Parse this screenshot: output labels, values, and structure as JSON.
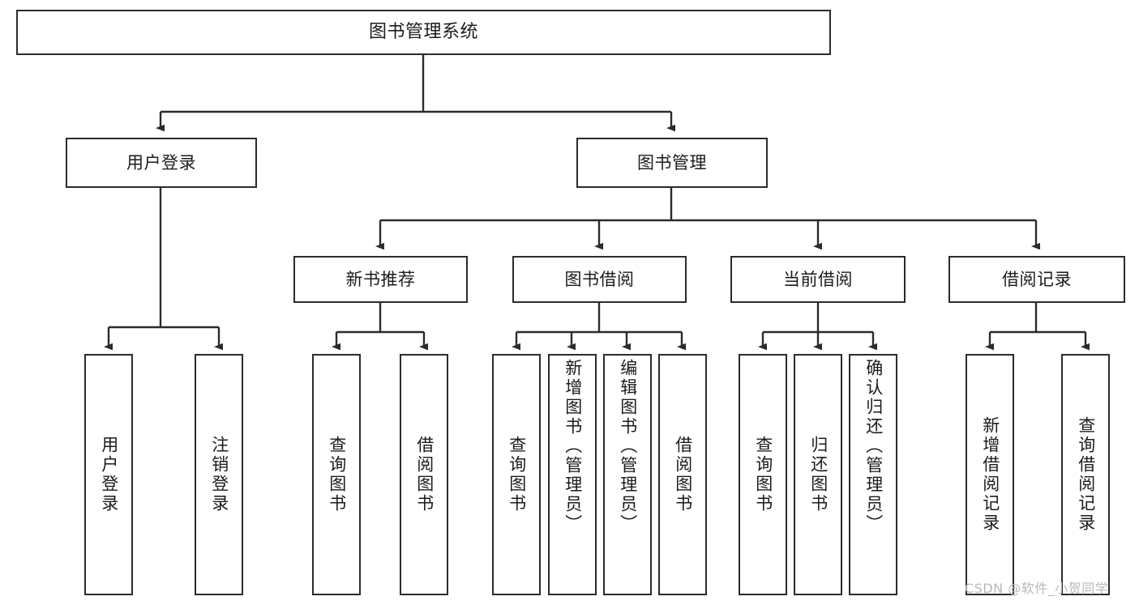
{
  "diagram": {
    "type": "tree",
    "title": "图书管理系统",
    "orientation": "top-down",
    "edge_style": "orthogonal-with-arrowheads",
    "colors": {
      "stroke": "#2b2b2b",
      "fill": "#ffffff",
      "text": "#1b1b1b",
      "watermark": "#b9b9b9"
    }
  },
  "nodes": {
    "root": {
      "label": "图书管理系统",
      "level": 1
    },
    "level2": [
      {
        "id": "user-login",
        "label": "用户登录"
      },
      {
        "id": "book-manage",
        "label": "图书管理"
      }
    ],
    "level3": [
      {
        "id": "new-book-recommend",
        "label": "新书推荐"
      },
      {
        "id": "book-borrow",
        "label": "图书借阅"
      },
      {
        "id": "current-borrow",
        "label": "当前借阅"
      },
      {
        "id": "borrow-record",
        "label": "借阅记录"
      }
    ],
    "leaves": {
      "user-login": [
        {
          "id": "leaf-user-login",
          "label": "用户登录"
        },
        {
          "id": "leaf-logout",
          "label": "注销登录"
        }
      ],
      "new-book-recommend": [
        {
          "id": "leaf-query-book-1",
          "label": "查询图书"
        },
        {
          "id": "leaf-borrow-book-1",
          "label": "借阅图书"
        }
      ],
      "book-borrow": [
        {
          "id": "leaf-query-book-2",
          "label": "查询图书"
        },
        {
          "id": "leaf-add-book",
          "label": "新增图书（管理员）"
        },
        {
          "id": "leaf-edit-book",
          "label": "编辑图书（管理员）"
        },
        {
          "id": "leaf-borrow-book-2",
          "label": "借阅图书"
        }
      ],
      "current-borrow": [
        {
          "id": "leaf-query-book-3",
          "label": "查询图书"
        },
        {
          "id": "leaf-return-book",
          "label": "归还图书"
        },
        {
          "id": "leaf-confirm-return",
          "label": "确认归还（管理员）"
        }
      ],
      "borrow-record": [
        {
          "id": "leaf-add-record",
          "label": "新增借阅记录"
        },
        {
          "id": "leaf-query-record",
          "label": "查询借阅记录"
        }
      ]
    }
  },
  "watermark": {
    "text": "CSDN @软件_小贺同学"
  }
}
